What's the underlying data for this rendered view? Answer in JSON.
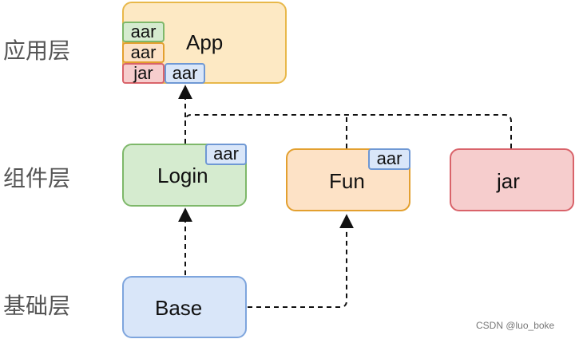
{
  "layers": {
    "app": "应用层",
    "component": "组件层",
    "base": "基础层"
  },
  "nodes": {
    "app": {
      "label": "App",
      "tags": [
        "aar",
        "aar",
        "jar",
        "aar"
      ]
    },
    "login": {
      "label": "Login",
      "tag": "aar"
    },
    "fun": {
      "label": "Fun",
      "tag": "aar"
    },
    "jar": {
      "label": "jar"
    },
    "base": {
      "label": "Base"
    }
  },
  "watermark": "CSDN @luo_boke",
  "colors": {
    "app_fill": "#fde9c4",
    "app_border": "#e8b84a",
    "login_fill": "#d5ebcf",
    "login_border": "#7eb86a",
    "fun_fill": "#fde2c6",
    "fun_border": "#e3a02f",
    "jar_fill": "#f6cdcd",
    "jar_border": "#d9636a",
    "base_fill": "#d9e6f9",
    "base_border": "#7ea5dd",
    "tag_green": "#d5ebcf",
    "tag_green_border": "#7eb86a",
    "tag_orange": "#fde2c6",
    "tag_orange_border": "#e3a02f",
    "tag_red": "#f6cdcd",
    "tag_red_border": "#d9636a",
    "tag_blue": "#d9e6f9",
    "tag_blue_border": "#6f98d4",
    "edge": "#111111"
  }
}
